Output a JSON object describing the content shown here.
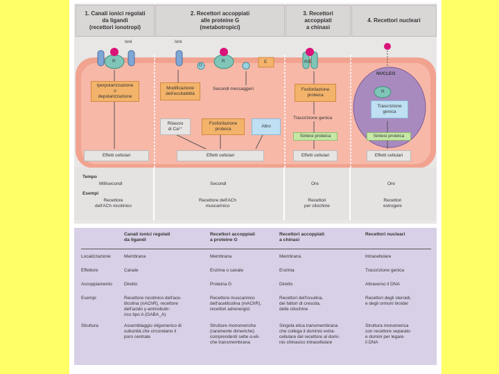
{
  "headers": [
    "1. Canali ionici regolati\nda ligandi\n(recettori ionotropi)",
    "2. Recettori accoppiati\nalle proteine G\n(metabotropici)",
    "3. Recettori\naccoppiati\na chinasi",
    "4. Recettori nucleari"
  ],
  "diagram": {
    "ioni_1": "Ioni",
    "ioni_2": "Ioni",
    "r_labels": [
      "R",
      "R",
      "R/E",
      "R"
    ],
    "g_label": "G",
    "e_label": "E",
    "col1_box": "Iperpolarizzazione\no\ndepolarizzazione",
    "col1_effects": "Effetti cellulari",
    "col2_box_mod": "Modificazione\ndell'eccitabilità",
    "col2_second": "Secondi messaggeri",
    "col2_rilascio": "Rilascio\ndi Ca²⁺",
    "col2_fosfo": "Fosforilazione\nproteica",
    "col2_altro": "Altro",
    "col2_effects": "Effetti cellulari",
    "col3_fosfo": "Fosforilazione\nproteica",
    "col3_trascr": "Trascrizione genica",
    "col3_sintesi": "Sintesi proteica",
    "col3_effects": "Effetti cellulari",
    "col4_nucleo": "NUCLEO",
    "col4_trascr": "Trascrizione\ngenica",
    "col4_sintesi": "Sintesi proteica",
    "col4_effects": "Effetti cellulari"
  },
  "timeline": {
    "tempo_label": "Tempo",
    "tempo_values": [
      "Millisecondi",
      "Secondi",
      "Ore",
      "Ore"
    ],
    "esempi_label": "Esempi",
    "esempi_values": [
      "Recettore\ndell'ACh nicotinico",
      "Recettore dell'ACh\nmuscarinico",
      "Recettori\nper citochine",
      "Recettori\nestrogeni"
    ]
  },
  "table": {
    "headers": [
      "Canali ionici regolati\nda ligandi",
      "Recettori accoppiati\na proteine G",
      "Recettori accoppiati\na chinasi",
      "Recettori nucleari"
    ],
    "rows": [
      {
        "label": "Localizzazione",
        "cells": [
          "Membrana",
          "Membrana",
          "Membrana",
          "Intracellulare"
        ]
      },
      {
        "label": "Effettore",
        "cells": [
          "Canale",
          "Enzima o canale",
          "Enzima",
          "Trascrizione genica"
        ]
      },
      {
        "label": "Accoppiamento",
        "cells": [
          "Diretto",
          "Proteina G",
          "Diretto",
          "Attraverso il DNA"
        ]
      },
      {
        "label": "Esempi",
        "cells": [
          "Recettore nicotinico dell'ace-\ntilcolina (nAChR), recettore\ndell'acido γ-aminobutir-\nrico tipo A (GABA_A)",
          "Recettore muscarinico\ndell'acetilcolina (mAChR),\nrecettori adrenergici",
          "Recettori dell'insulina,\ndei fattori di crescita,\ndelle citochine",
          "Recettori degli steroidi,\ne degli ormoni tiroidei"
        ]
      },
      {
        "label": "Struttura",
        "cells": [
          "Assemblaggio oligomerico di\nsubunità che circondano il\nporo centrale",
          "Strutture monomeriche\n(raramente dimeriche)\ncomprendenti sette α-eli-\nche transmembrana",
          "Singola elica transmembrana\nche collega il dominio extra-\ncellulare del recettore al domi-\nnio chinasico intracellulare",
          "Struttura monomerica\ncon recettore separato\ne domini per legare\nil DNA"
        ]
      }
    ]
  }
}
